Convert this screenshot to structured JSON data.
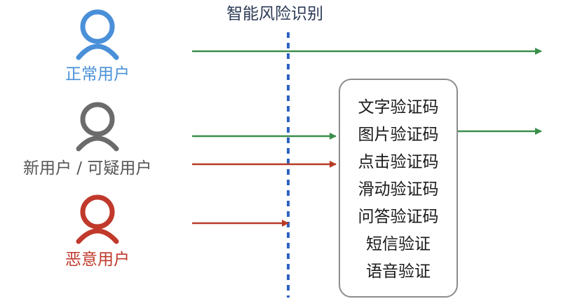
{
  "risk_line_label": "智能风险识别",
  "users": {
    "normal": {
      "label": "正常用户",
      "color": "#4a90d9"
    },
    "suspicious": {
      "label": "新用户 / 可疑用户",
      "color": "#6b6b6b"
    },
    "malicious": {
      "label": "恶意用户",
      "color": "#c0392b"
    }
  },
  "verification_methods": [
    "文字验证码",
    "图片验证码",
    "点击验证码",
    "滑动验证码",
    "问答验证码",
    "短信验证",
    "语音验证"
  ],
  "colors": {
    "pass_arrow": "#3a8f4a",
    "block_arrow": "#b73a26",
    "risk_line": "#2d62c1",
    "box_border": "#8c8c8c"
  }
}
